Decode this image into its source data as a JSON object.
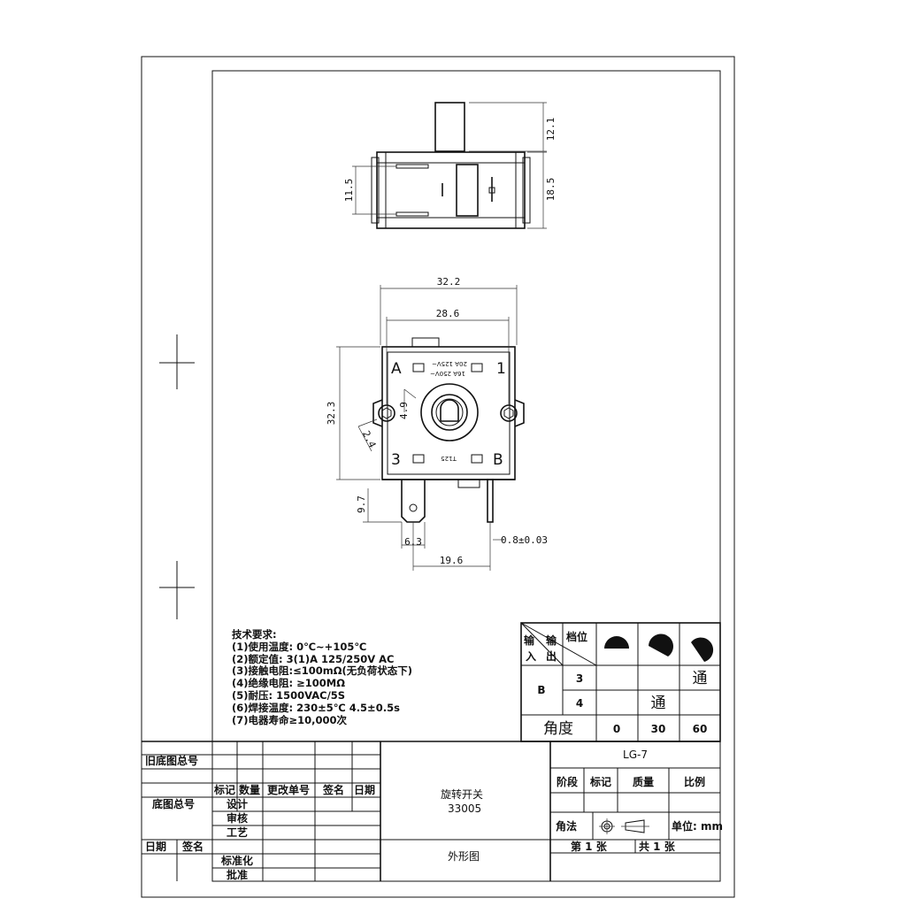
{
  "dimensions": {
    "shaft_height": "12.1",
    "body_height_side": "18.5",
    "terminal_spacing": "11.5",
    "overall_width": "32.2",
    "mount_hole_spacing": "28.6",
    "overall_height": "32.3",
    "shaft_flat": "4.9",
    "hole_dia": "2.4",
    "terminal_length": "9.7",
    "terminal_width": "6.3",
    "terminal_thickness": "0.8±0.03",
    "terminal_pitch": "19.6"
  },
  "face_marks": {
    "label_a": "A",
    "label_1": "1",
    "label_3": "3",
    "label_b": "B",
    "rating_1": "20A 125V~",
    "rating_2": "16A 250V~",
    "temp_code": "T125"
  },
  "tech_requirements": {
    "title": "技术要求:",
    "items": [
      "(1)使用温度: 0℃~+105℃",
      "(2)额定值: 3(1)A 125/250V AC",
      "(3)接触电阻:≤100mΩ(无负荷状态下)",
      "(4)绝缘电阻: ≥100MΩ",
      "(5)耐压: 1500VAC/5S",
      "(6)焊接温度: 230±5℃ 4.5±0.5s",
      "(7)电器寿命≥10,000次"
    ]
  },
  "position_table": {
    "header_in": "输入",
    "header_out": "输出",
    "header_pos": "档位",
    "input_label": "B",
    "rows": [
      {
        "out": "3",
        "cells": [
          "",
          "",
          "通"
        ]
      },
      {
        "out": "4",
        "cells": [
          "",
          "通",
          ""
        ]
      }
    ],
    "angle_label": "角度",
    "angles": [
      "0",
      "30",
      "60"
    ]
  },
  "title_block": {
    "old_drawing_no": "旧底图总号",
    "drawing_no": "底图总号",
    "date": "日期",
    "signature": "签名",
    "rev_headers": [
      "标记",
      "数量",
      "更改单号",
      "签名",
      "日期"
    ],
    "roles": [
      "设计",
      "审核",
      "工艺",
      "标准化",
      "批准"
    ],
    "product_name": "旋转开关",
    "product_code": "33005",
    "drawing_type": "外形图",
    "model": "LG-7",
    "stage": "阶段",
    "mark": "标记",
    "weight": "质量",
    "scale": "比例",
    "projection": "角法",
    "unit": "单位: mm",
    "sheet": "第 1 张",
    "total_sheets": "共 1 张"
  }
}
